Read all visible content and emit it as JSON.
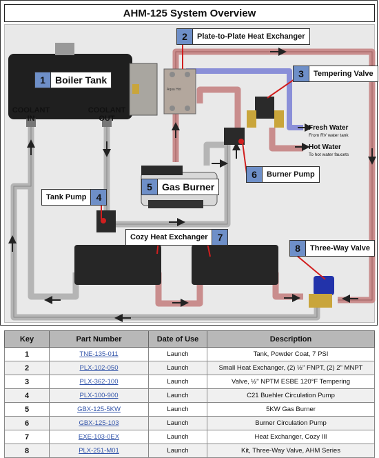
{
  "title": "AHM-125 System Overview",
  "callouts": [
    {
      "num": "1",
      "label": "Boiler Tank"
    },
    {
      "num": "2",
      "label": "Plate-to-Plate Heat Exchanger"
    },
    {
      "num": "3",
      "label": "Tempering Valve"
    },
    {
      "num": "4",
      "label": "Tank Pump"
    },
    {
      "num": "5",
      "label": "Gas Burner"
    },
    {
      "num": "6",
      "label": "Burner Pump"
    },
    {
      "num": "7",
      "label": "Cozy Heat Exchanger"
    },
    {
      "num": "8",
      "label": "Three-Way Valve"
    }
  ],
  "labels": {
    "coolant_in": "COOLANT IN",
    "coolant_out": "COOLANT OUT",
    "fresh_water": "Fresh Water",
    "fresh_water_sub": "From RV water tank",
    "hot_water": "Hot Water",
    "hot_water_sub": "To hot water faucets",
    "heat_exchanger_brand": "Aqua Hot"
  },
  "colors": {
    "hot_pipe": "#c98d8d",
    "cold_pipe": "#8a8fd8",
    "coolant_pipe": "#b5b5b5",
    "callout_num": "#6e8fc8",
    "red_line": "#d11f1f"
  },
  "table": {
    "headers": [
      "Key",
      "Part Number",
      "Date of Use",
      "Description"
    ],
    "rows": [
      {
        "key": "1",
        "part": "TNE-135-011",
        "date": "Launch",
        "desc": "Tank, Powder Coat, 7 PSI"
      },
      {
        "key": "2",
        "part": "PLX-102-050",
        "date": "Launch",
        "desc": "Small Heat Exchanger, (2) ½\" FNPT, (2) 2\" MNPT"
      },
      {
        "key": "3",
        "part": "PLX-362-100",
        "date": "Launch",
        "desc": "Valve, ½\" NPTM ESBE 120°F Tempering"
      },
      {
        "key": "4",
        "part": "PLX-100-900",
        "date": "Launch",
        "desc": "C21 Buehler Circulation Pump"
      },
      {
        "key": "5",
        "part": "GBX-125-5KW",
        "date": "Launch",
        "desc": "5KW Gas Burner"
      },
      {
        "key": "6",
        "part": "GBX-125-103",
        "date": "Launch",
        "desc": "Burner Circulation Pump"
      },
      {
        "key": "7",
        "part": "EXE-103-0EX",
        "date": "Launch",
        "desc": "Heat Exchanger, Cozy III"
      },
      {
        "key": "8",
        "part": "PLX-251-M01",
        "date": "Launch",
        "desc": "Kit, Three-Way Valve, AHM Series"
      }
    ]
  }
}
